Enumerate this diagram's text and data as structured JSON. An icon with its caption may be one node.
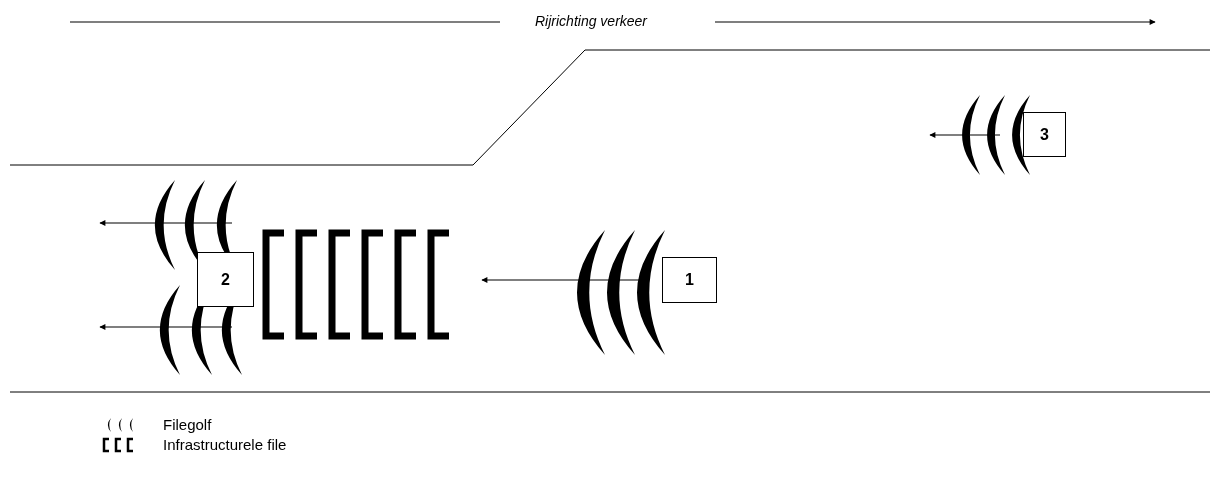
{
  "diagram": {
    "nodes": [
      {
        "text": [
          "3"
        ]
      },
      {
        "text": [
          "2"
        ]
      },
      {
        "text": [
          "1"
        ]
      }
    ],
    "labels": [
      "Rijrichting verkeer"
    ],
    "legend": [
      {
        "text": "Filegolf"
      },
      {
        "text": "Infrastructurele file"
      }
    ]
  }
}
